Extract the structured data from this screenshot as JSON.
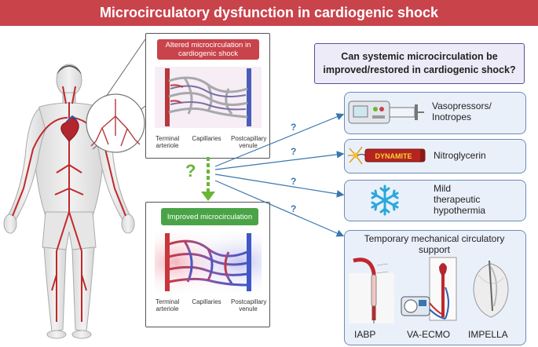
{
  "title": "Microcirculatory dysfunction in cardiogenic shock",
  "question": "Can systemic microcirculation be improved/restored in cardiogenic shock?",
  "altered_panel": {
    "tag": "Altered microcirculation in cardiogenic shock",
    "labels": {
      "arteriole": "Terminal arteriole",
      "capillaries": "Capillaries",
      "venule": "Postcapillary venule"
    }
  },
  "improved_panel": {
    "tag": "Improved microcirculation",
    "labels": {
      "arteriole": "Terminal arteriole",
      "capillaries": "Capillaries",
      "venule": "Postcapillary venule"
    }
  },
  "center_question_mark": "?",
  "question_marks": [
    "?",
    "?",
    "?",
    "?"
  ],
  "therapies": {
    "vasopressors": "Vasopressors/ Inotropes",
    "nitroglycerin": "Nitroglycerin",
    "dynamite_text": "DYNAMITE",
    "hypothermia": "Mild therapeutic hypothermia",
    "mcs_title": "Temporary mechanical circulatory support",
    "devices": [
      "IABP",
      "VA-ECMO",
      "IMPELLA"
    ]
  },
  "colors": {
    "banner": "#c9434b",
    "question_border": "#5b4e9c",
    "therapy_border": "#6d8bb8",
    "arrow": "#3a76b0",
    "dashed_arrow": "#6bb536",
    "altered_tag": "#c9434b",
    "improved_tag": "#4aa447"
  }
}
